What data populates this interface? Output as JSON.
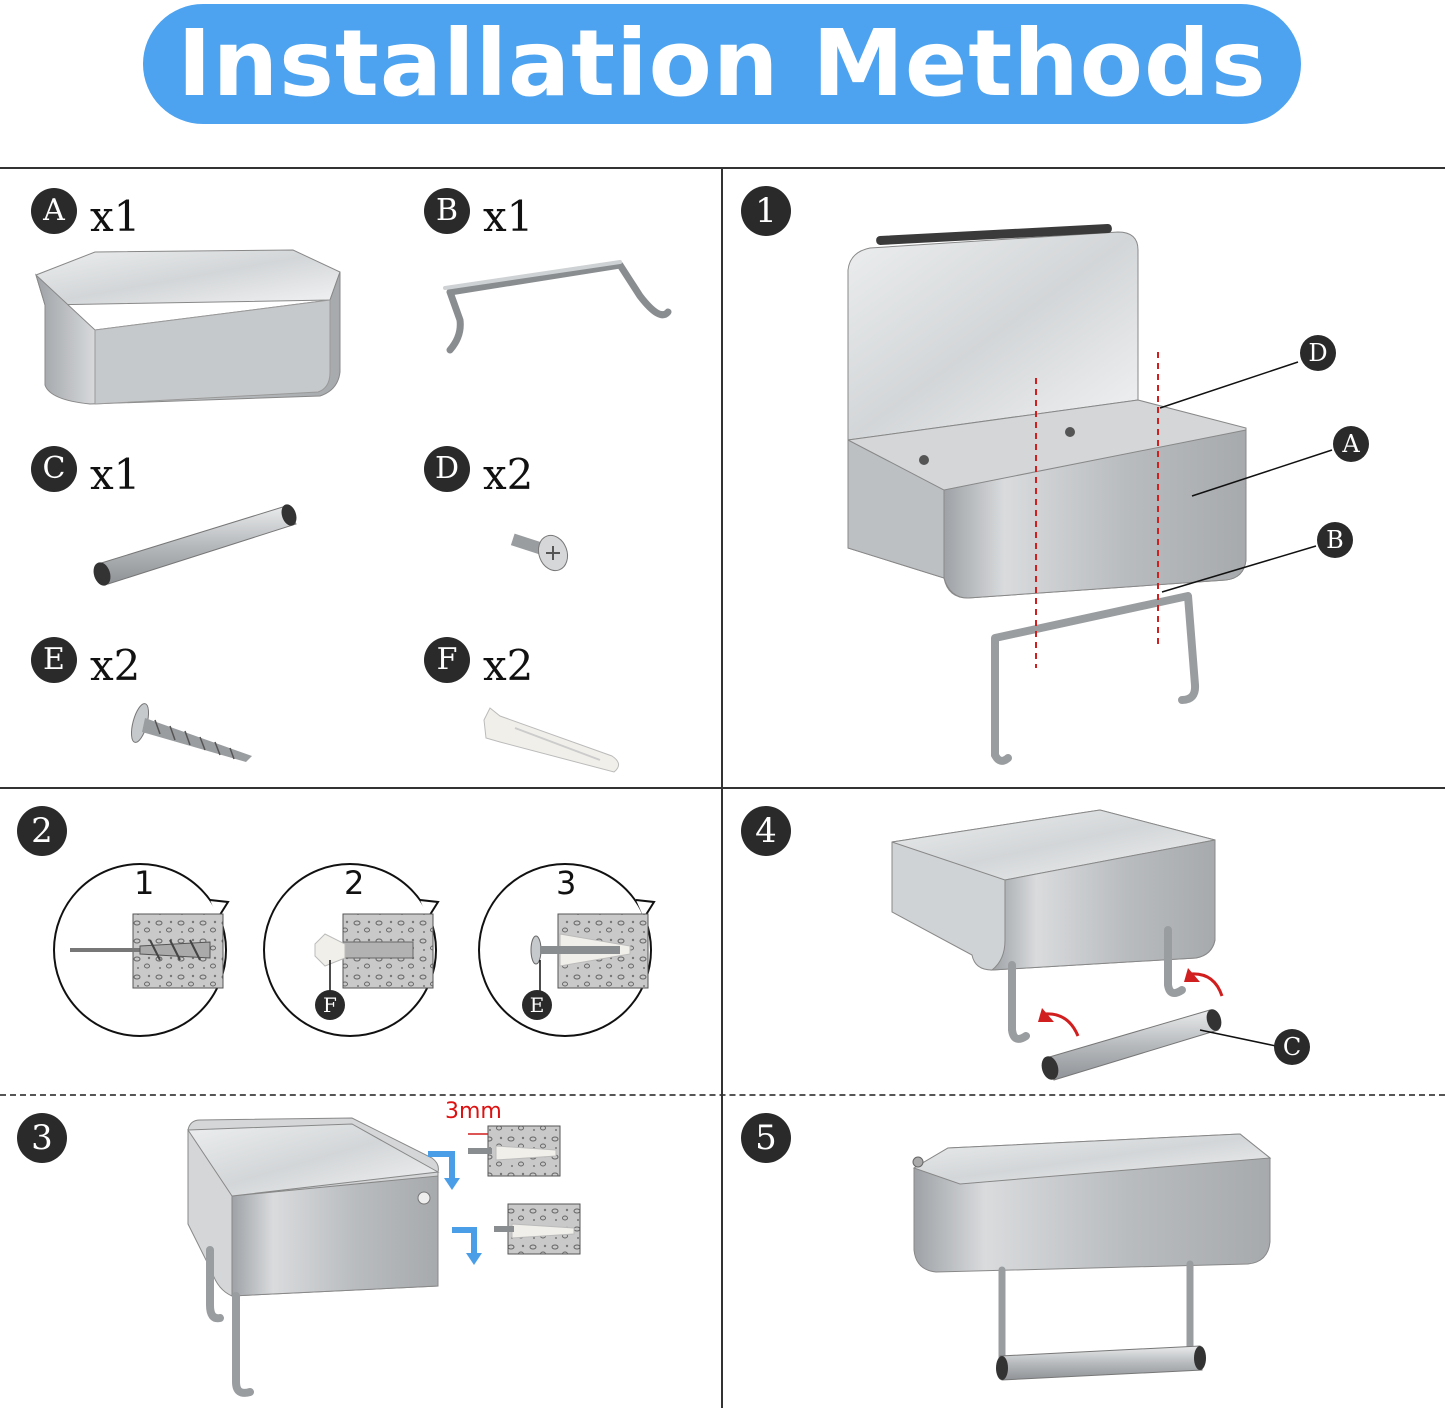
{
  "header": {
    "title": "Installation Methods"
  },
  "parts": [
    {
      "letter": "A",
      "qty": "x1"
    },
    {
      "letter": "B",
      "qty": "x1"
    },
    {
      "letter": "C",
      "qty": "x1"
    },
    {
      "letter": "D",
      "qty": "x2"
    },
    {
      "letter": "E",
      "qty": "x2"
    },
    {
      "letter": "F",
      "qty": "x2"
    }
  ],
  "steps": {
    "s1": {
      "num": "1",
      "callouts": [
        "D",
        "A",
        "B"
      ]
    },
    "s2": {
      "num": "2",
      "substeps": [
        "1",
        "2",
        "3"
      ],
      "callouts": [
        "F",
        "E"
      ]
    },
    "s3": {
      "num": "3",
      "gap": "3mm"
    },
    "s4": {
      "num": "4",
      "callouts": [
        "C"
      ]
    },
    "s5": {
      "num": "5"
    }
  },
  "colors": {
    "banner": "#4da3f0",
    "badge": "#2a2a2a",
    "metal": "#c4c7ca",
    "guide": "#d11f1f",
    "arrow": "#4a9ee8"
  }
}
